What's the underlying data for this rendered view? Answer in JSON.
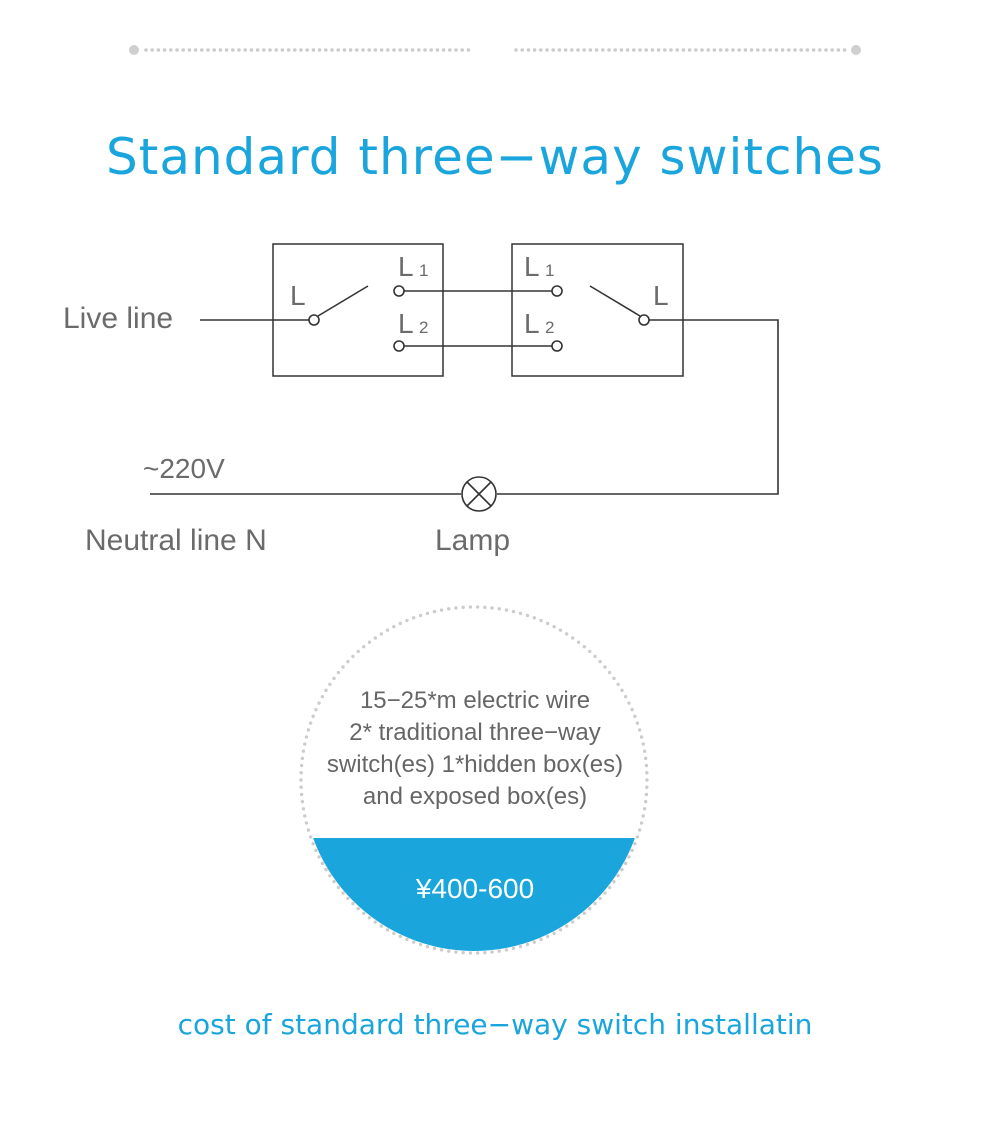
{
  "title": "Standard three−way switches",
  "diagram": {
    "live_line": "Live line",
    "voltage": "~220V",
    "neutral_line": "Neutral line N",
    "lamp": "Lamp",
    "switch1": {
      "common": "L",
      "t1": "L",
      "t1_sub": "1",
      "t2": "L",
      "t2_sub": "2"
    },
    "switch2": {
      "common": "L",
      "t1": "L",
      "t1_sub": "1",
      "t2": "L",
      "t2_sub": "2"
    }
  },
  "cost_circle": {
    "lines": [
      "15−25*m electric wire",
      "2* traditional three−way",
      "switch(es) 1*hidden box(es)",
      "and exposed box(es)"
    ],
    "price": "¥400-600"
  },
  "footer": "cost of standard three−way switch installatin",
  "colors": {
    "accent": "#1aa6dc",
    "line": "#333333",
    "text": "#6b6b6b",
    "dots": "#cccccc"
  }
}
